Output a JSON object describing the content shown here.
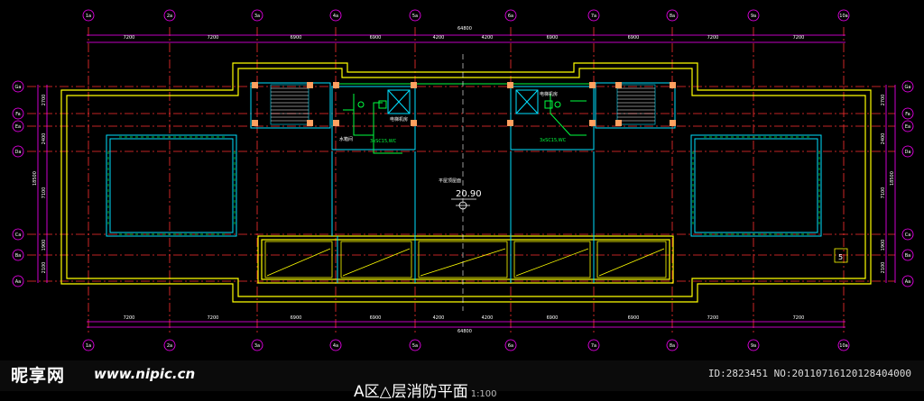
{
  "plan": {
    "grid_top": [
      "1a",
      "2a",
      "3a",
      "4a",
      "5a",
      "6a",
      "7a",
      "8a",
      "9a",
      "10a"
    ],
    "grid_bottom": [
      "1a",
      "2a",
      "3a",
      "4a",
      "5a",
      "6a",
      "7a",
      "8a",
      "9a",
      "10a"
    ],
    "grid_left": [
      "Ga",
      "Fa",
      "Ea",
      "Da",
      "Ca",
      "Ba",
      "Aa"
    ],
    "grid_right": [
      "Ga",
      "Fa",
      "Ea",
      "Da",
      "Ca",
      "Ba",
      "Aa"
    ],
    "dims_top": [
      "7200",
      "7200",
      "6900",
      "6900",
      "4200",
      "4200",
      "6900",
      "6900",
      "7200",
      "7200"
    ],
    "dims_bottom": [
      "7200",
      "7200",
      "6900",
      "6900",
      "4200",
      "4200",
      "6900",
      "6900",
      "7200",
      "7200"
    ],
    "overall_top": "64800",
    "overall_bottom": "64800",
    "dims_left": [
      "2700",
      "2400",
      "7100",
      "1900",
      "2100"
    ],
    "dims_right": [
      "2700",
      "2400",
      "7100",
      "1900",
      "2100"
    ],
    "overall_left": "18500",
    "overall_right": "18500",
    "room_water_tank": "水箱间",
    "room_elevator_machine_left": "电梯机房",
    "room_elevator_machine_right": "电梯机房",
    "roof_label": "平屋顶屋面",
    "elevation": "20.90",
    "pipe_left": "3xSC15,WC",
    "pipe_right": "3xSC15,WC",
    "sheet_number": "5"
  },
  "watermark": {
    "logo": "昵享网",
    "url": "www.nipic.cn",
    "id": "ID:2823451 NO:20110716120128404000"
  },
  "caption": {
    "title": "A区△层消防平面",
    "scale": "1:100"
  },
  "colors": {
    "background": "#000000",
    "grid_axis": "#ff3030",
    "dimension": "#ff00ff",
    "outer_wall": "#ffff00",
    "inner_wall": "#00e0ff",
    "fire_wiring": "#00ff40",
    "openings": "#ffa060"
  }
}
